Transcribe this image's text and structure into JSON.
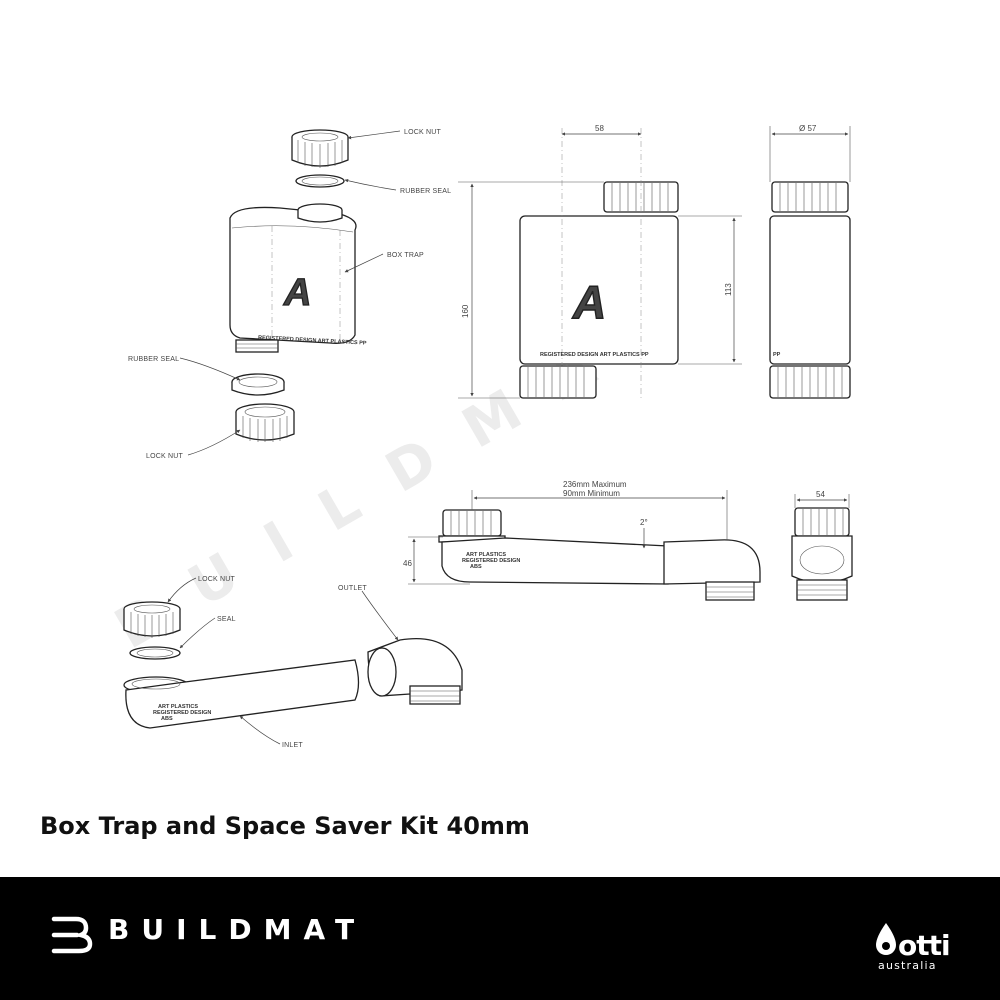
{
  "watermark": "BUILDMAT",
  "exploded_view": {
    "labels": [
      "LOCK NUT",
      "RUBBER SEAL",
      "BOX TRAP",
      "RUBBER SEAL",
      "LOCK NUT"
    ],
    "marking_text": "REGISTERED DESIGN   ART PLASTICS   PP"
  },
  "front_view": {
    "dim_width": "58",
    "dim_height_total": "160",
    "dim_height_body": "113",
    "marking_text": "REGISTERED DESIGN   ART PLASTICS   PP"
  },
  "side_view": {
    "dim_diameter": "Ø 57",
    "marking_text": "PP"
  },
  "space_saver_side": {
    "dim_max": "236mm Maximum",
    "dim_min": "90mm Minimum",
    "dim_height": "46",
    "dim_angle": "2°",
    "marking_line1": "ART PLASTICS",
    "marking_line2": "REGISTERED DESIGN",
    "marking_line3": "ABS"
  },
  "space_saver_end": {
    "dim_width": "54"
  },
  "space_saver_exploded": {
    "labels": [
      "LOCK NUT",
      "SEAL",
      "OUTLET",
      "INLET"
    ],
    "marking_line1": "ART PLASTICS",
    "marking_line2": "REGISTERED DESIGN",
    "marking_line3": "ABS"
  },
  "product_title": "Box Trap and Space Saver Kit 40mm",
  "footer": {
    "brand_name": "BUILDMAT",
    "partner_name": "otti",
    "partner_sub": "australia"
  }
}
